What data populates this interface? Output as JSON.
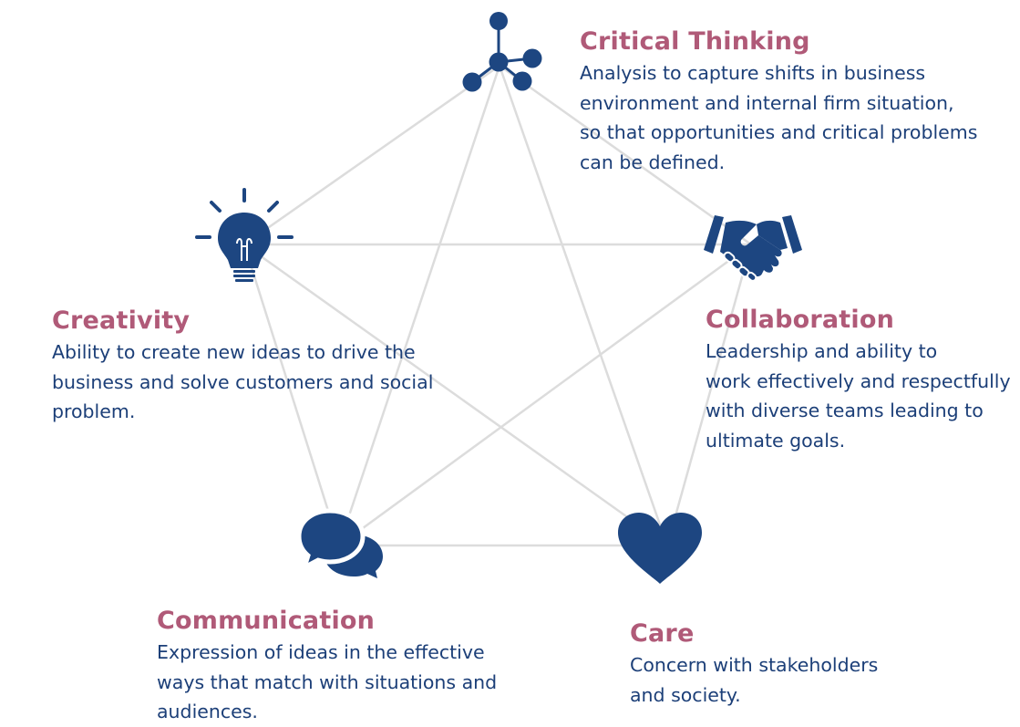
{
  "colors": {
    "heading": "#b05a78",
    "body": "#1c3f78",
    "icon": "#1d4681",
    "connector": "#dcdcdc"
  },
  "nodes": [
    {
      "id": "critical",
      "icon": "molecule-network-icon",
      "title": "Critical Thinking",
      "lines": [
        "Analysis to capture  shifts in business",
        "environment and internal firm situation,",
        "so that opportunities and critical problems",
        "can be defined."
      ]
    },
    {
      "id": "creativity",
      "icon": "lightbulb-icon",
      "title": "Creativity",
      "lines": [
        "Ability to create new ideas to drive the",
        "business and solve customers and social",
        "problem."
      ]
    },
    {
      "id": "collaboration",
      "icon": "handshake-icon",
      "title": "Collaboration",
      "lines": [
        "Leadership and ability to",
        "work effectively and respectfully",
        "with diverse teams leading to",
        "ultimate goals."
      ]
    },
    {
      "id": "communication",
      "icon": "speech-bubbles-icon",
      "title": "Communication",
      "lines": [
        "Expression of ideas in the effective",
        "ways that match with situations and",
        "audiences."
      ]
    },
    {
      "id": "care",
      "icon": "heart-icon",
      "title": "Care",
      "lines": [
        "Concern with stakeholders",
        "and society."
      ]
    }
  ]
}
